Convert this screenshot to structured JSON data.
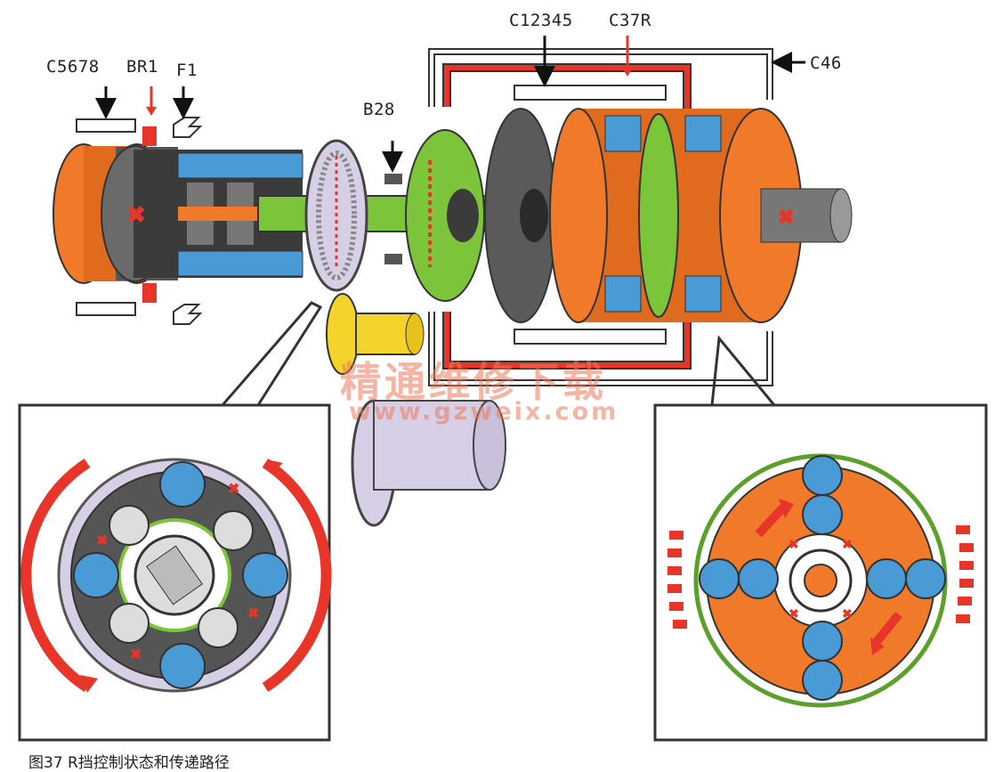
{
  "labels": {
    "c5678": "C5678",
    "br1": "BR1",
    "f1": "F1",
    "b28": "B28",
    "c12345": "C12345",
    "c37r": "C37R",
    "c46": "C46"
  },
  "caption": "图37   R挡控制状态和传递路径",
  "watermark": {
    "text": "精通维修下载",
    "url": "www.gzweix.com"
  },
  "colors": {
    "orange": "#f07a2a",
    "green": "#7cc43a",
    "blue": "#4a9ad6",
    "gray": "#5a5a5a",
    "red_path": "#e8352a",
    "lavender": "#d6cfe6",
    "yellow": "#f4d42a"
  }
}
